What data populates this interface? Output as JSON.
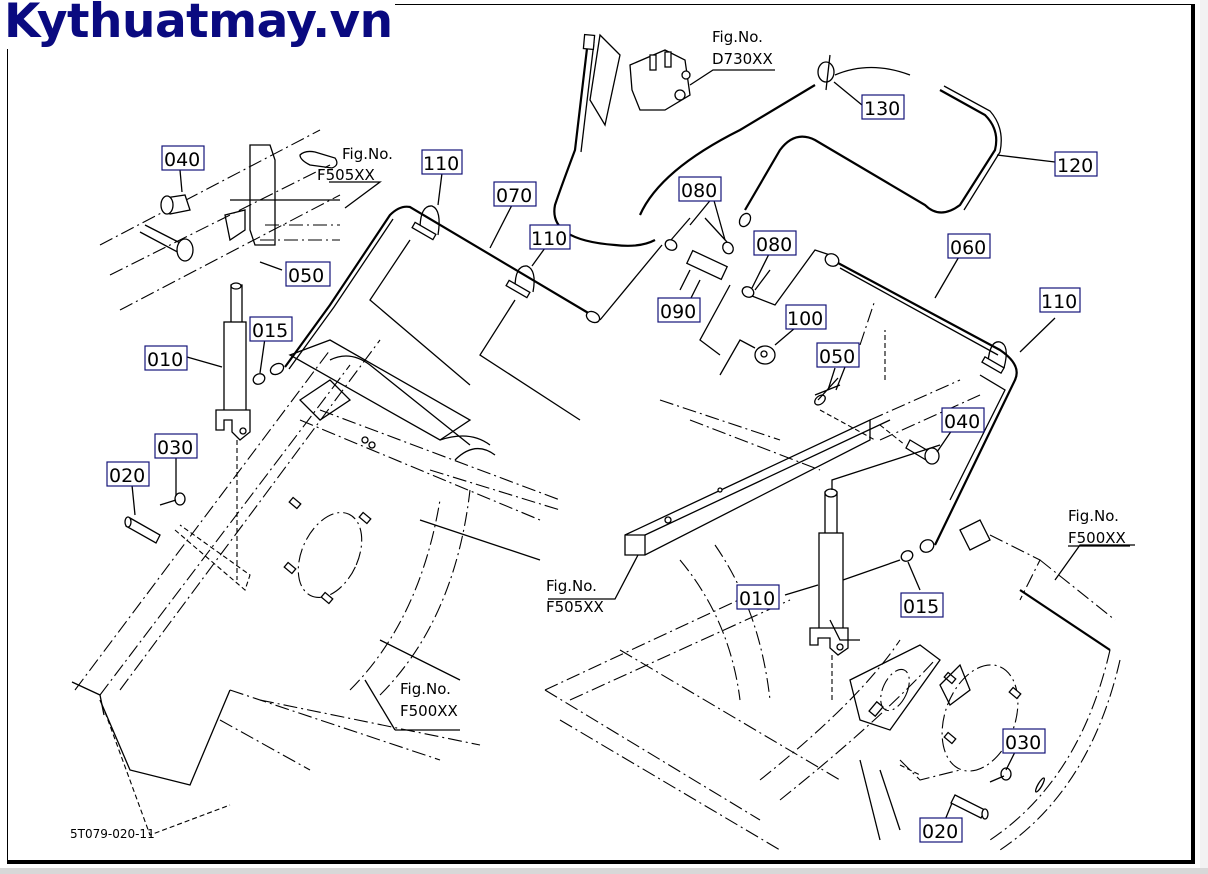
{
  "watermark": "Kythuatmay.vn",
  "drawing_number": "5T079-020-11",
  "colors": {
    "watermark": "#0a0a80",
    "label_box_border": "#14147a",
    "line": "#000000"
  },
  "figure_references": [
    {
      "id": "fig-f505-top",
      "line1": "Fig.No.",
      "line2": "F505XX"
    },
    {
      "id": "fig-d730",
      "line1": "Fig.No.",
      "line2": "D730XX"
    },
    {
      "id": "fig-f505-mid",
      "line1": "Fig.No.",
      "line2": "F505XX"
    },
    {
      "id": "fig-f500-left",
      "line1": "Fig.No.",
      "line2": "F500XX"
    },
    {
      "id": "fig-f500-right",
      "line1": "Fig.No.",
      "line2": "F500XX"
    }
  ],
  "part_labels": [
    {
      "id": "p040-left",
      "text": "040"
    },
    {
      "id": "p110-a",
      "text": "110"
    },
    {
      "id": "p070",
      "text": "070"
    },
    {
      "id": "p050-left",
      "text": "050"
    },
    {
      "id": "p110-b",
      "text": "110"
    },
    {
      "id": "p015-left",
      "text": "015"
    },
    {
      "id": "p010-left",
      "text": "010"
    },
    {
      "id": "p030-left",
      "text": "030"
    },
    {
      "id": "p020-left",
      "text": "020"
    },
    {
      "id": "p130",
      "text": "130"
    },
    {
      "id": "p120",
      "text": "120"
    },
    {
      "id": "p080-a",
      "text": "080"
    },
    {
      "id": "p080-b",
      "text": "080"
    },
    {
      "id": "p060",
      "text": "060"
    },
    {
      "id": "p110-c",
      "text": "110"
    },
    {
      "id": "p090",
      "text": "090"
    },
    {
      "id": "p100",
      "text": "100"
    },
    {
      "id": "p050-right",
      "text": "050"
    },
    {
      "id": "p040-right",
      "text": "040"
    },
    {
      "id": "p010-right",
      "text": "010"
    },
    {
      "id": "p015-right",
      "text": "015"
    },
    {
      "id": "p030-right",
      "text": "030"
    },
    {
      "id": "p020-right",
      "text": "020"
    }
  ]
}
